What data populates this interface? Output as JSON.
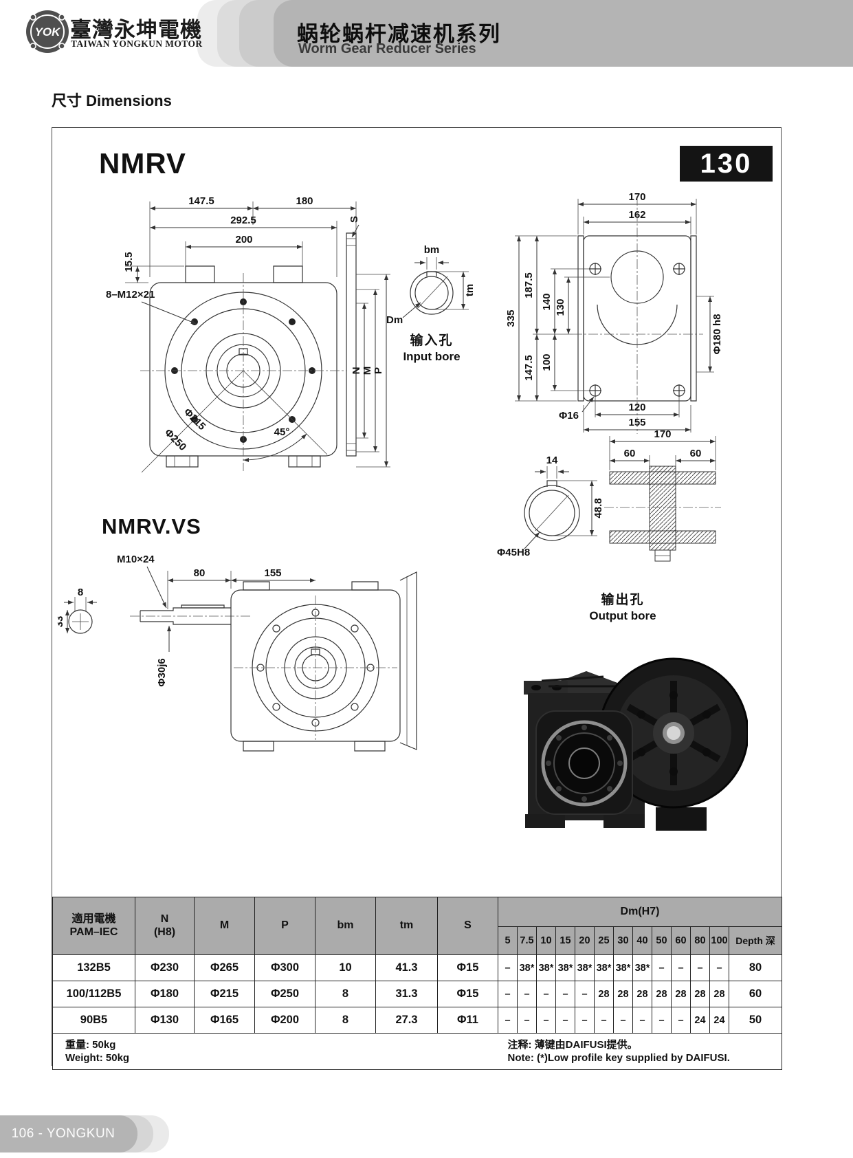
{
  "header": {
    "logo_text": "YOK",
    "company_zh": "臺灣永坤電機",
    "company_en": "TAIWAN YONGKUN MOTOR",
    "series_zh": "蜗轮蜗杆减速机系列",
    "series_en": "Worm Gear Reducer Series"
  },
  "page": {
    "section_title": "尺寸 Dimensions",
    "model_badge": "130",
    "footer_label": "106 - YONGKUN"
  },
  "drawings": {
    "nmrv": {
      "title": "NMRV",
      "d147_5": "147.5",
      "d180": "180",
      "d292_5": "292.5",
      "d200": "200",
      "d15_5": "15.5",
      "bolts": "8–M12×21",
      "dia215": "Φ215",
      "dia250": "Φ250",
      "deg45": "45°",
      "s": "S",
      "n": "N",
      "m": "M",
      "p": "P"
    },
    "input_bore": {
      "bm": "bm",
      "tm": "tm",
      "dm": "Dm",
      "caption_zh": "输入孔",
      "caption_en": "Input bore"
    },
    "side_view": {
      "d170": "170",
      "d162": "162",
      "d335": "335",
      "d187_5": "187.5",
      "d140": "140",
      "d130": "130",
      "d147_5": "147.5",
      "d100": "100",
      "dia180": "Φ180 h8",
      "dia16": "Φ16",
      "d120": "120",
      "d155": "155"
    },
    "output_bore": {
      "d170": "170",
      "d60": "60",
      "d14": "14",
      "dia45": "Φ45H8",
      "d48_8": "48.8",
      "caption_zh": "输出孔",
      "caption_en": "Output bore"
    },
    "nmrv_vs": {
      "title": "NMRV.VS",
      "m10": "M10×24",
      "d80": "80",
      "d155": "155",
      "d8": "8",
      "d33": "33",
      "dia30": "Φ30j6"
    }
  },
  "table": {
    "headers": {
      "model_zh": "適用電機",
      "model_en": "PAM–IEC",
      "n1": "N",
      "n2": "(H8)",
      "m": "M",
      "p": "P",
      "bm": "bm",
      "tm": "tm",
      "s": "S",
      "dm_group": "Dm(H7)",
      "subs": [
        "5",
        "7.5",
        "10",
        "15",
        "20",
        "25",
        "30",
        "40",
        "50",
        "60",
        "80",
        "100"
      ],
      "depth": "Depth 深"
    },
    "rows": [
      [
        "132B5",
        "Φ230",
        "Φ265",
        "Φ300",
        "10",
        "41.3",
        "Φ15",
        "–",
        "38*",
        "38*",
        "38*",
        "38*",
        "38*",
        "38*",
        "38*",
        "–",
        "–",
        "–",
        "–",
        "80"
      ],
      [
        "100/112B5",
        "Φ180",
        "Φ215",
        "Φ250",
        "8",
        "31.3",
        "Φ15",
        "–",
        "–",
        "–",
        "–",
        "–",
        "28",
        "28",
        "28",
        "28",
        "28",
        "28",
        "28",
        "60"
      ],
      [
        "90B5",
        "Φ130",
        "Φ165",
        "Φ200",
        "8",
        "27.3",
        "Φ11",
        "–",
        "–",
        "–",
        "–",
        "–",
        "–",
        "–",
        "–",
        "–",
        "–",
        "24",
        "24",
        "50"
      ]
    ]
  },
  "notes": {
    "weight_zh": "重量: 50kg",
    "weight_en": "Weight: 50kg",
    "note_zh": "注释: 薄键由DAIFUSI提供。",
    "note_en": "Note: (*)Low profile key supplied by DAIFUSI."
  }
}
